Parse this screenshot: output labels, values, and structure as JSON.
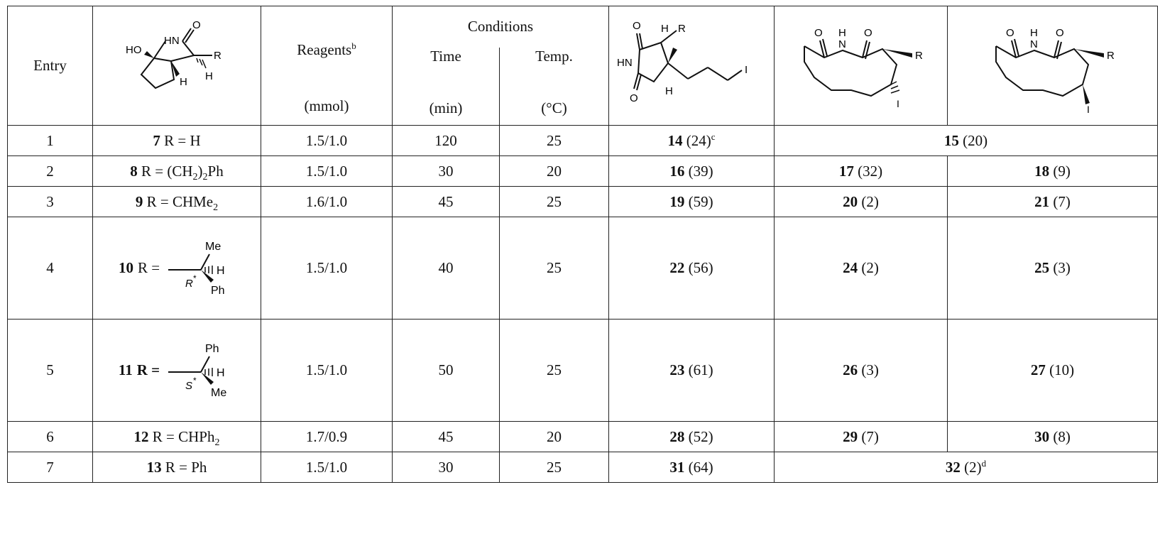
{
  "headers": {
    "entry": "Entry",
    "reagents": "Reagents",
    "reagents_sup": "b",
    "reagents_unit": "(mmol)",
    "conditions": "Conditions",
    "time": "Time",
    "time_unit": "(min)",
    "temp": "Temp.",
    "temp_unit": "(°C)"
  },
  "structure_labels": {
    "s1_ho": "HO",
    "s1_hn": "HN",
    "s1_o": "O",
    "s1_r": "R",
    "s1_h1": "H",
    "s1_h2": "H",
    "s2_o1": "O",
    "s2_h": "H",
    "s2_r": "R",
    "s2_hn": "HN",
    "s2_o2": "O",
    "s2_h2": "H",
    "s2_i": "I",
    "s3_o1": "O",
    "s3_h": "H",
    "s3_n": "N",
    "s3_o2": "O",
    "s3_r": "R",
    "s3_i": "I",
    "s4_o1": "O",
    "s4_h": "H",
    "s4_n": "N",
    "s4_o2": "O",
    "s4_r": "R",
    "s4_i": "I",
    "me": "Me",
    "ph": "Ph",
    "h": "H",
    "r_star": "R",
    "s_star": "S",
    "star": "*"
  },
  "rows": [
    {
      "entry": "1",
      "num": "7",
      "rtext": "R = H",
      "reagents": "1.5/1.0",
      "time": "120",
      "temp": "25",
      "p1_num": "14",
      "p1_yield": "(24)",
      "p1_sup": "c",
      "p23_num": "15",
      "p23_yield": "(20)",
      "p23_sup": ""
    },
    {
      "entry": "2",
      "num": "8",
      "rtext": "R = (CH",
      "rsub": "2",
      "rtail": ")",
      "rsub2": "2",
      "rtail2": "Ph",
      "reagents": "1.5/1.0",
      "time": "30",
      "temp": "20",
      "p1_num": "16",
      "p1_yield": "(39)",
      "p2_num": "17",
      "p2_yield": "(32)",
      "p3_num": "18",
      "p3_yield": "(9)"
    },
    {
      "entry": "3",
      "num": "9",
      "rtext": "R = CHMe",
      "rsub": "2",
      "reagents": "1.6/1.0",
      "time": "45",
      "temp": "25",
      "p1_num": "19",
      "p1_yield": "(59)",
      "p2_num": "20",
      "p2_yield": "(2)",
      "p3_num": "21",
      "p3_yield": "(7)"
    },
    {
      "entry": "4",
      "num": "10",
      "rtext": "R =",
      "reagents": "1.5/1.0",
      "time": "40",
      "temp": "25",
      "p1_num": "22",
      "p1_yield": "(56)",
      "p2_num": "24",
      "p2_yield": "(2)",
      "p3_num": "25",
      "p3_yield": "(3)"
    },
    {
      "entry": "5",
      "num": "11",
      "rtext": "R =",
      "reagents": "1.5/1.0",
      "time": "50",
      "temp": "25",
      "p1_num": "23",
      "p1_yield": "(61)",
      "p2_num": "26",
      "p2_yield": "(3)",
      "p3_num": "27",
      "p3_yield": "(10)"
    },
    {
      "entry": "6",
      "num": "12",
      "rtext": "R = CHPh",
      "rsub": "2",
      "reagents": "1.7/0.9",
      "time": "45",
      "temp": "20",
      "p1_num": "28",
      "p1_yield": "(52)",
      "p2_num": "29",
      "p2_yield": "(7)",
      "p3_num": "30",
      "p3_yield": "(8)"
    },
    {
      "entry": "7",
      "num": "13",
      "rtext": "R = Ph",
      "reagents": "1.5/1.0",
      "time": "30",
      "temp": "25",
      "p1_num": "31",
      "p1_yield": "(64)",
      "p23_num": "32",
      "p23_yield": "(2)",
      "p23_sup": "d"
    }
  ]
}
